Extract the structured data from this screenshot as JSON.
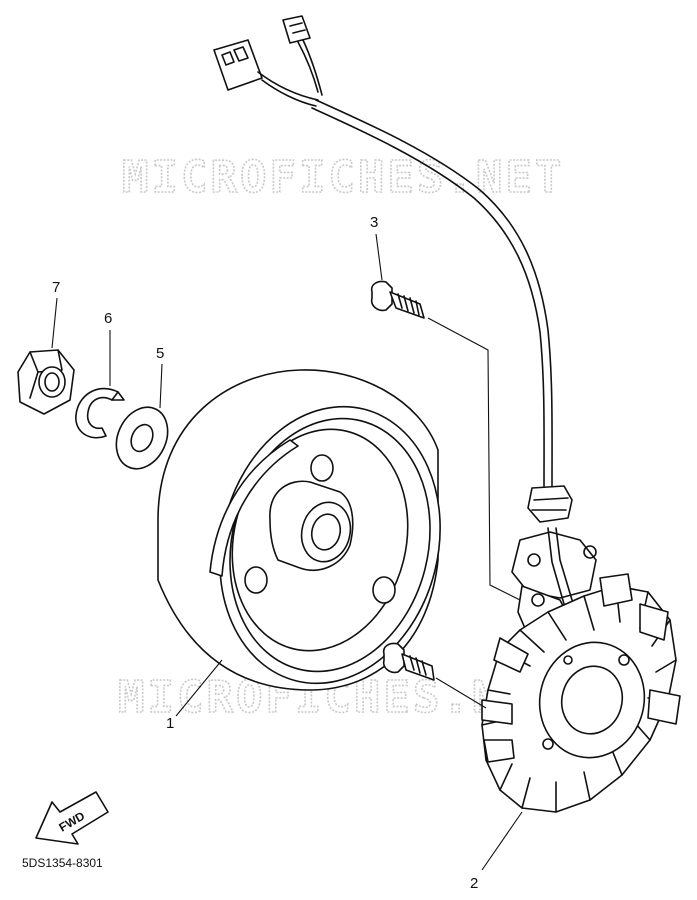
{
  "diagram": {
    "watermark": "MICROFICHES.NET",
    "diagram_code": "5DS1354-8301",
    "fwd_label": "FWD",
    "parts": [
      {
        "number": "1",
        "part": "flywheel-rotor"
      },
      {
        "number": "2",
        "part": "stator-assembly"
      },
      {
        "number": "3",
        "part": "bolt"
      },
      {
        "number": "5",
        "part": "washer"
      },
      {
        "number": "6",
        "part": "lock-washer"
      },
      {
        "number": "7",
        "part": "nut"
      }
    ]
  }
}
